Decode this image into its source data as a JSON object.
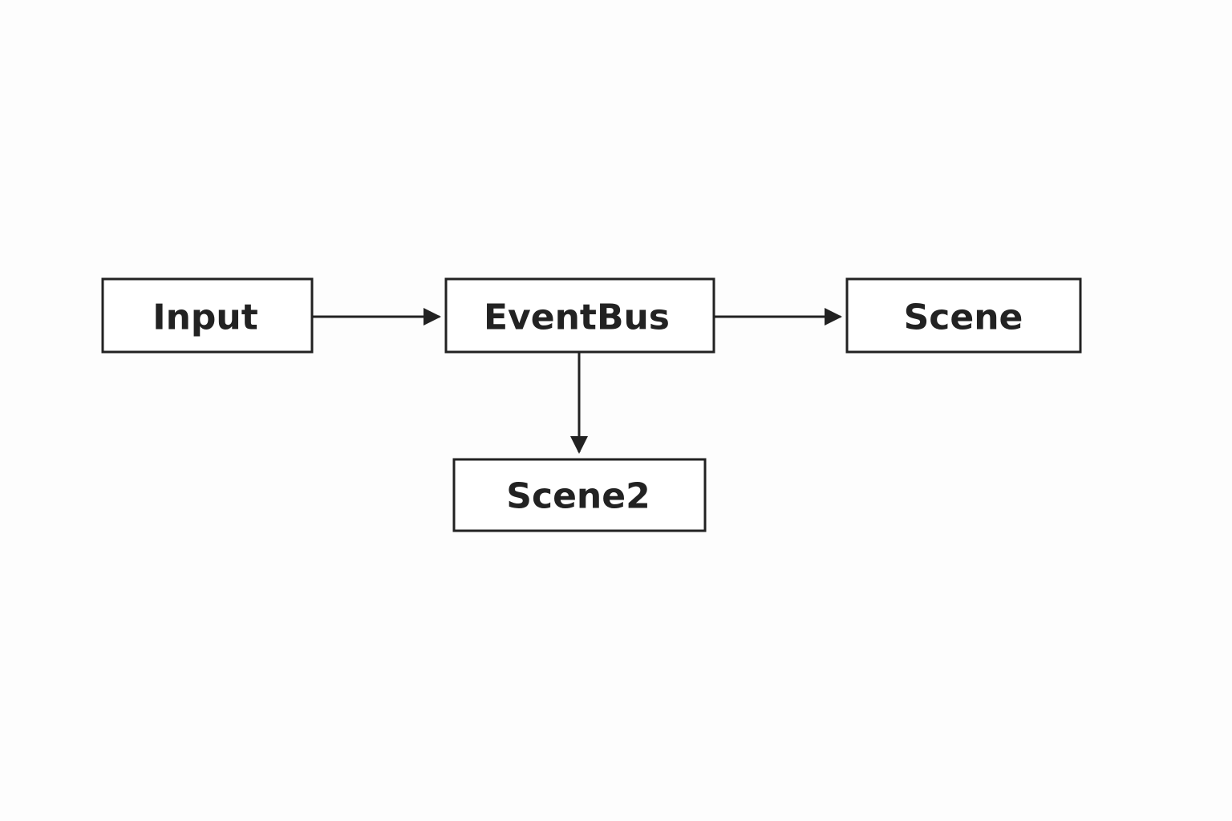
{
  "colors": {
    "background": "#fdfdfd",
    "stroke": "#222222",
    "text": "#222222",
    "node_fill": "#ffffff"
  },
  "nodes": [
    {
      "id": "input",
      "label": "Input"
    },
    {
      "id": "eventbus",
      "label": "EventBus"
    },
    {
      "id": "scene",
      "label": "Scene"
    },
    {
      "id": "scene2",
      "label": "Scene2"
    }
  ],
  "edges": [
    {
      "from": "input",
      "to": "eventbus"
    },
    {
      "from": "eventbus",
      "to": "scene"
    },
    {
      "from": "eventbus",
      "to": "scene2"
    }
  ]
}
